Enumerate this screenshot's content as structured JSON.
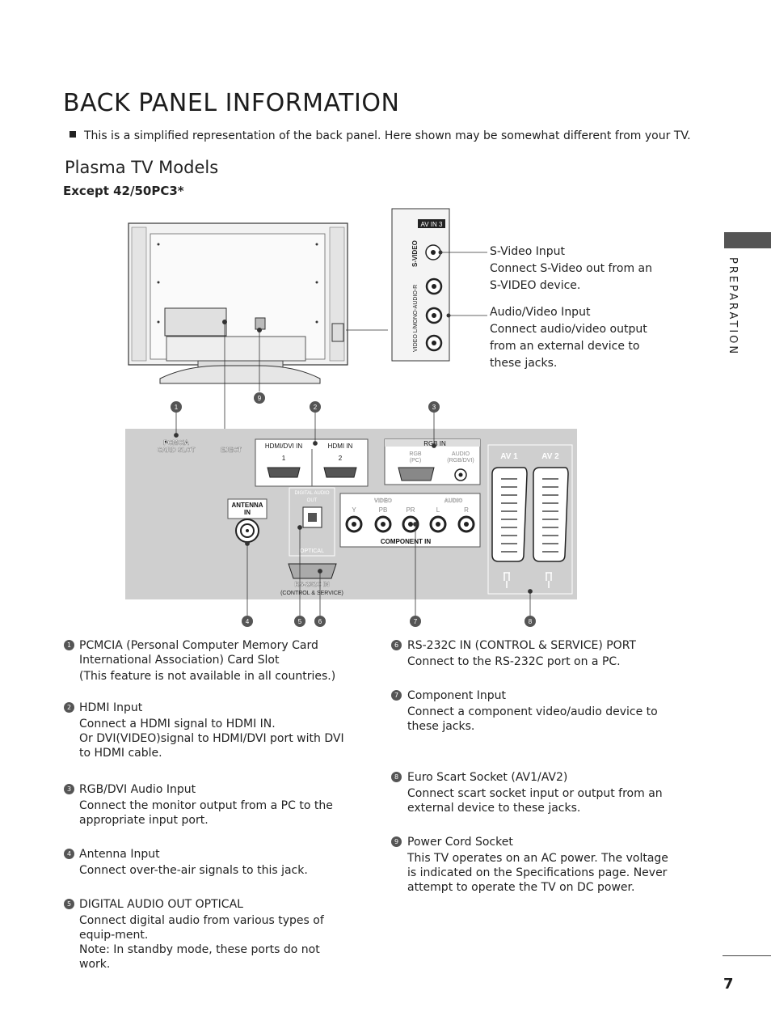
{
  "header": {
    "title": "BACK PANEL INFORMATION",
    "intro": "This is a simplified representation of the back panel. Here shown may be somewhat different from your TV.",
    "section": "Plasma TV Models",
    "subsection": "Except 42/50PC3*"
  },
  "side_tab": {
    "label": "PREPARATION"
  },
  "page_number": "7",
  "av3_panel": {
    "label": "AV IN 3",
    "svideo_label": "S-VIDEO",
    "av_label": "VIDEO L/MONO-AUDIO-R"
  },
  "callouts": [
    {
      "title": "S-Video Input",
      "body": [
        "Connect S-Video out from an",
        "S-VIDEO device."
      ]
    },
    {
      "title": "Audio/Video Input",
      "body": [
        "Connect audio/video output",
        "from an external device to",
        "these jacks."
      ]
    }
  ],
  "panel": {
    "pcmcia": [
      "PCMCIA",
      "CARD SLOT"
    ],
    "eject": "EJECT",
    "hdmi_dvi": "HDMI/DVI IN",
    "hdmi": "HDMI IN",
    "hdmi_1": "1",
    "hdmi_2": "2",
    "rgb_in": "RGB IN",
    "rgb_pc": [
      "RGB",
      "(PC)"
    ],
    "audio_rgb": [
      "AUDIO",
      "(RGB/DVI)"
    ],
    "av1": "AV 1",
    "av2": "AV 2",
    "antenna": [
      "ANTENNA",
      "IN"
    ],
    "digital_audio": [
      "DIGITAL AUDIO",
      "OUT"
    ],
    "optical": "OPTICAL",
    "video": "VIDEO",
    "audio": "AUDIO",
    "comp_labels": [
      "Y",
      "PB",
      "PR",
      "L",
      "R"
    ],
    "component_in": "COMPONENT IN",
    "rs232": [
      "RS-232C IN",
      "(CONTROL & SERVICE)"
    ]
  },
  "markers": [
    "1",
    "2",
    "3",
    "4",
    "5",
    "6",
    "7",
    "8",
    "9"
  ],
  "descriptions_left": [
    {
      "num": "1",
      "title": "PCMCIA (Personal Computer Memory Card International Association) Card Slot",
      "body": [
        "(This feature is not available in all countries.)"
      ]
    },
    {
      "num": "2",
      "title": "HDMI Input",
      "body": [
        "Connect a HDMI signal to HDMI IN.",
        "Or DVI(VIDEO)signal to HDMI/DVI port with DVI to HDMI cable."
      ]
    },
    {
      "num": "3",
      "title": "RGB/DVI Audio Input",
      "body": [
        "Connect the monitor output from a PC to the appropriate input port."
      ]
    },
    {
      "num": "4",
      "title": "Antenna Input",
      "body": [
        "Connect over-the-air signals to this jack."
      ]
    },
    {
      "num": "5",
      "title": "DIGITAL AUDIO OUT OPTICAL",
      "body": [
        "Connect digital audio from various types of equip-ment.",
        "Note: In standby mode, these ports do not work."
      ]
    }
  ],
  "descriptions_right": [
    {
      "num": "6",
      "title": "RS-232C IN (CONTROL & SERVICE) PORT",
      "body": [
        "Connect to the RS-232C port on a PC."
      ]
    },
    {
      "num": "7",
      "title": "Component Input",
      "body": [
        "Connect a component video/audio device to these jacks."
      ]
    },
    {
      "num": "8",
      "title": "Euro Scart Socket (AV1/AV2)",
      "body": [
        "Connect scart socket input or output from an external device to these jacks."
      ]
    },
    {
      "num": "9",
      "title": "Power Cord Socket",
      "body": [
        "This TV operates on an AC power. The voltage is indicated on the Specifications page. Never attempt to operate the TV on DC power."
      ]
    }
  ]
}
